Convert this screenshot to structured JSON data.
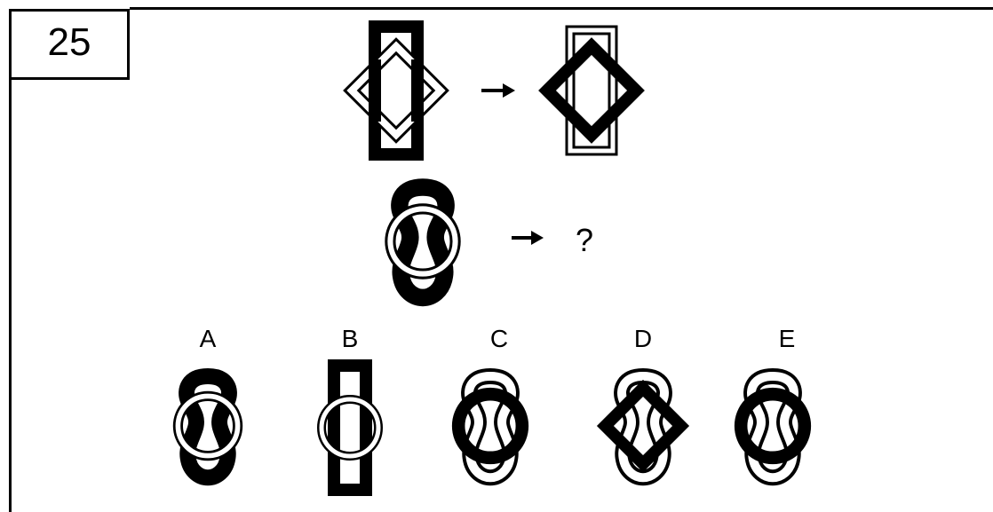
{
  "problem": {
    "number": "25",
    "question_mark": "?"
  },
  "options": [
    {
      "label": "A",
      "icon": "dark-figure8-light-ring"
    },
    {
      "label": "B",
      "icon": "dark-rectangle-light-ring"
    },
    {
      "label": "C",
      "icon": "light-figure8-dark-ring"
    },
    {
      "label": "D",
      "icon": "light-figure8-dark-diamond"
    },
    {
      "label": "E",
      "icon": "light-figure8-dark-ring"
    }
  ],
  "colors": {
    "ink": "#000000",
    "paper": "#ffffff"
  }
}
